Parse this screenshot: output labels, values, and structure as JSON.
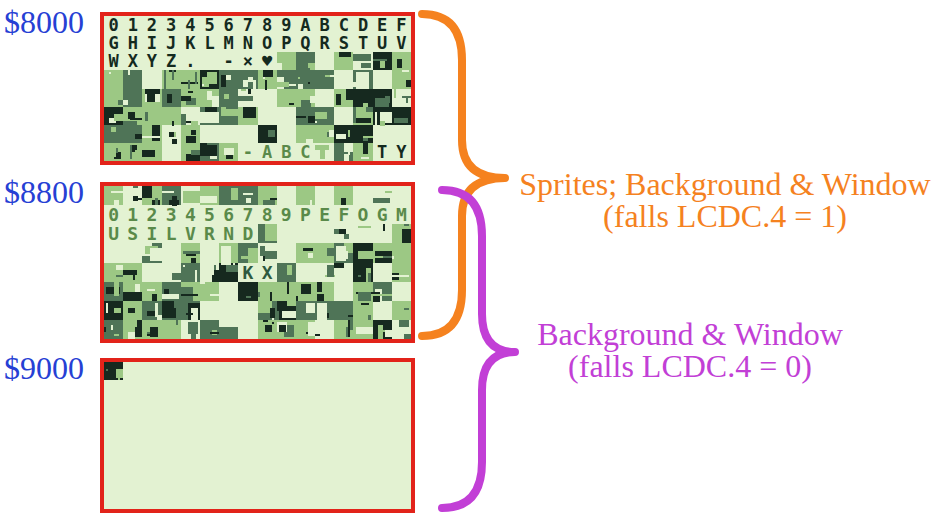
{
  "diagram": {
    "nodes": [
      {
        "text": [
          "$8000",
          "0123456789ABCDEF",
          "GHIJKLMNOPQRSTUV",
          "WXYZ. -×♥",
          "-ABC",
          "TY"
        ]
      },
      {
        "text": [
          "$8800",
          "0123456789PEFOGM",
          "USILVRND",
          "KX"
        ]
      },
      {
        "text": [
          "$9000"
        ]
      }
    ],
    "labels": [
      "Sprites; Background & Window (falls LCDC.4 = 1)",
      "Background & Window (falls LCDC.4 = 0)"
    ]
  }
}
